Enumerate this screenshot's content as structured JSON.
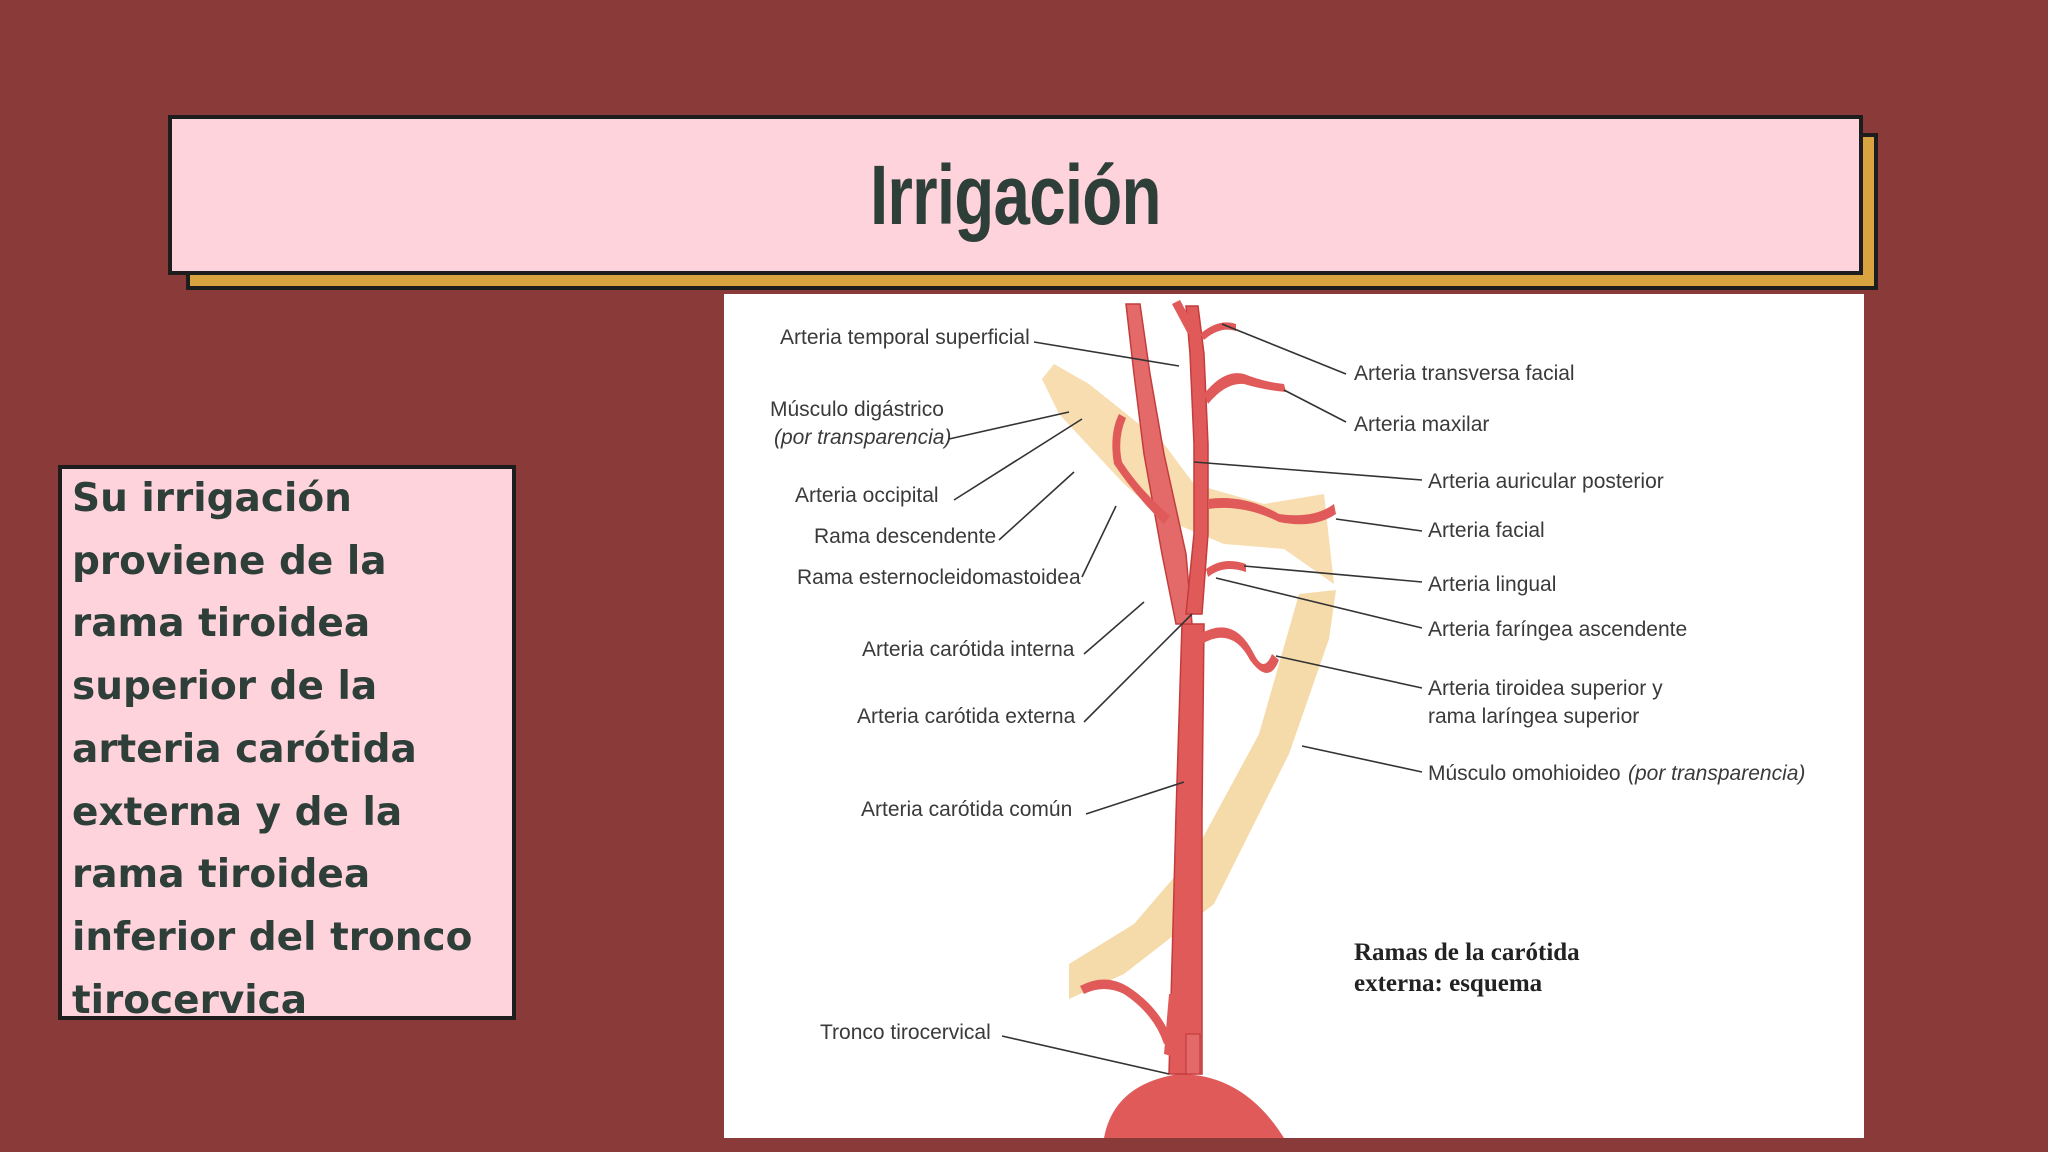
{
  "slide": {
    "title": "Irrigación",
    "body_text": "Su irrigación proviene de la rama tiroidea superior de la arteria carótida externa y de la rama tiroidea inferior del tronco tirocervica"
  },
  "figure": {
    "labels_left": {
      "temporal": "Arteria temporal superficial",
      "digastrico": "Músculo digástrico",
      "digastrico_note": "(por transparencia)",
      "occipital": "Arteria occipital",
      "descendente": "Rama descendente",
      "esterno": "Rama esternocleidomastoidea",
      "interna": "Arteria carótida interna",
      "externa": "Arteria carótida externa",
      "comun": "Arteria carótida común",
      "tronco": "Tronco tirocervical"
    },
    "labels_right": {
      "transversa": "Arteria transversa facial",
      "maxilar": "Arteria maxilar",
      "auricular": "Arteria auricular posterior",
      "facial": "Arteria facial",
      "lingual": "Arteria lingual",
      "faringea": "Arteria faríngea ascendente",
      "tiroidea_1": "Arteria tiroidea superior y",
      "tiroidea_2": "rama laríngea superior",
      "omohioideo": "Músculo omohioideo",
      "omohioideo_note": "(por transparencia)"
    },
    "caption_1": "Ramas de la carótida",
    "caption_2": "externa: esquema"
  },
  "colors": {
    "background": "#8b3a3a",
    "panel_pink": "#ffd3dc",
    "title_shadow": "#d9a440",
    "text_dark": "#2e3f3a",
    "artery": "#e05a5a",
    "muscle": "#f3cf8e"
  }
}
